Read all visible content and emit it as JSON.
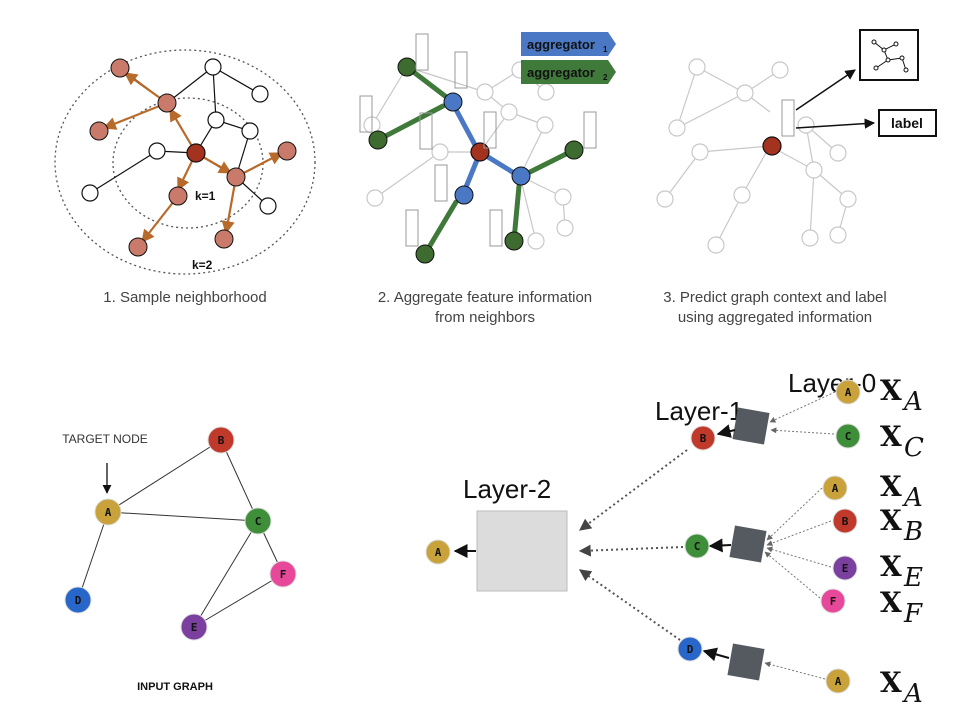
{
  "panels": {
    "step1": {
      "caption": "1. Sample neighborhood",
      "k1": "k=1",
      "k2": "k=2"
    },
    "step2": {
      "caption_line1": "2. Aggregate feature information",
      "caption_line2": "from neighbors",
      "aggregator1": "aggregator",
      "aggregator1_sub": "1",
      "aggregator2": "aggregator",
      "aggregator2_sub": "2"
    },
    "step3": {
      "caption_line1": "3. Predict graph context and label",
      "caption_line2": "using aggregated information",
      "label": "label"
    }
  },
  "input_graph": {
    "title": "INPUT GRAPH",
    "target_label": "TARGET NODE",
    "nodes": [
      "A",
      "B",
      "C",
      "D",
      "E",
      "F"
    ]
  },
  "computation_graph": {
    "layer0": "Layer-0",
    "layer1": "Layer-1",
    "layer2": "Layer-2",
    "feature_symbol": "X",
    "features": [
      "A",
      "C",
      "A",
      "B",
      "E",
      "F",
      "A"
    ]
  },
  "colors": {
    "A": "#c9a23c",
    "B": "#c0392b",
    "C": "#3f8f3a",
    "D": "#2867c9",
    "E": "#7b3fa0",
    "F": "#e8489a",
    "sampled": "#c97a6a",
    "edge_orange": "#b86a2a",
    "agg_blue": "#4a78c4",
    "agg_green": "#3f7a3a",
    "dark_node": "#3e6b2f",
    "blue_node": "#4a78c4"
  }
}
